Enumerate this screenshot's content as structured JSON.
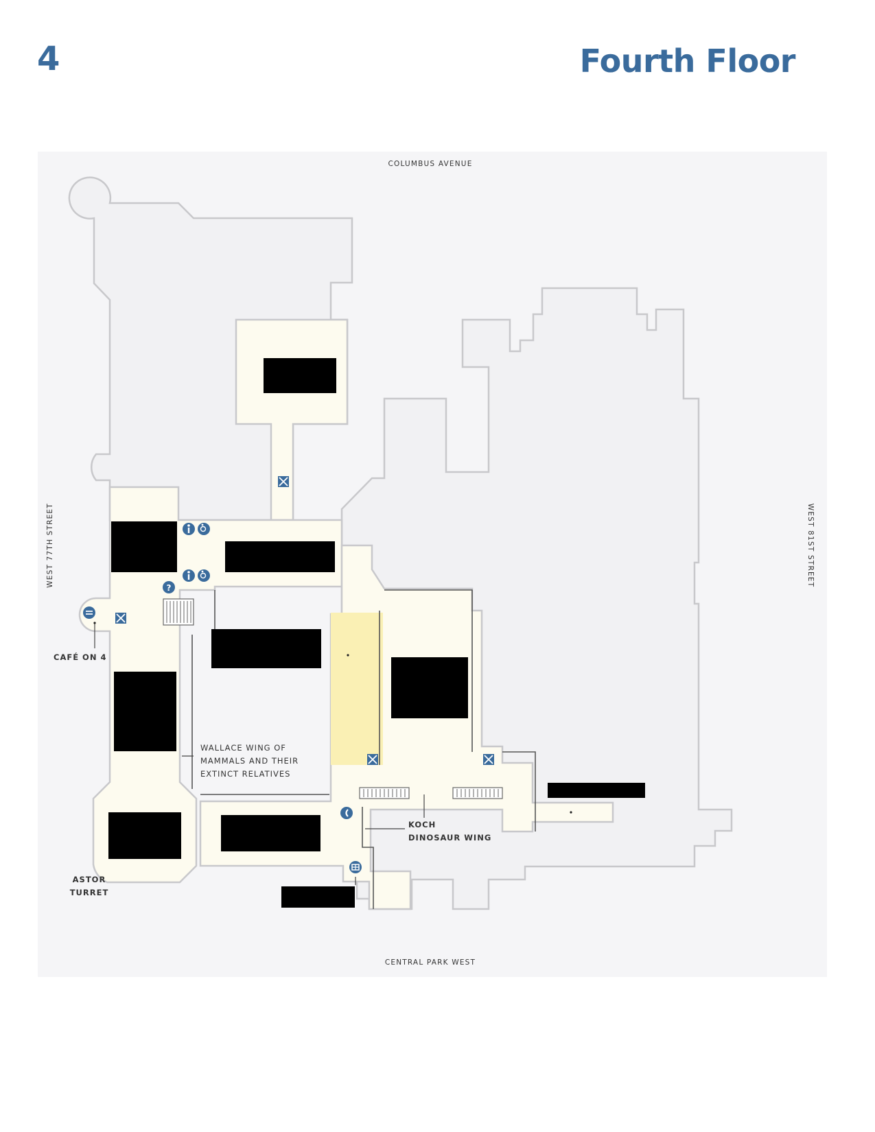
{
  "header": {
    "floor_number": "4",
    "title": "Fourth Floor"
  },
  "streets": {
    "north": "COLUMBUS AVENUE",
    "south": "CENTRAL PARK WEST",
    "west": "WEST 77TH STREET",
    "east": "WEST 81ST STREET"
  },
  "labels": {
    "cafe": "CAFÉ ON 4",
    "wallace_1": "WALLACE WING OF",
    "wallace_2": "MAMMALS AND THEIR",
    "wallace_3": "EXTINCT RELATIVES",
    "koch_1": "KOCH",
    "koch_2": "DINOSAUR WING",
    "astor_1": "ASTOR",
    "astor_2": "TURRET"
  },
  "colors": {
    "title": "#3a6b9c",
    "icon": "#3a6b9c",
    "background": "#f5f5f7",
    "building": "#f1f1f3",
    "hall": "#fdfbef",
    "highlight": "#faf0b4",
    "redaction": "#000000"
  },
  "icons": [
    "mens-restroom-icon",
    "accessible-icon",
    "information-icon",
    "cafe-icon",
    "elevator-icon",
    "stairs-icon",
    "phone-icon",
    "atm-icon"
  ]
}
